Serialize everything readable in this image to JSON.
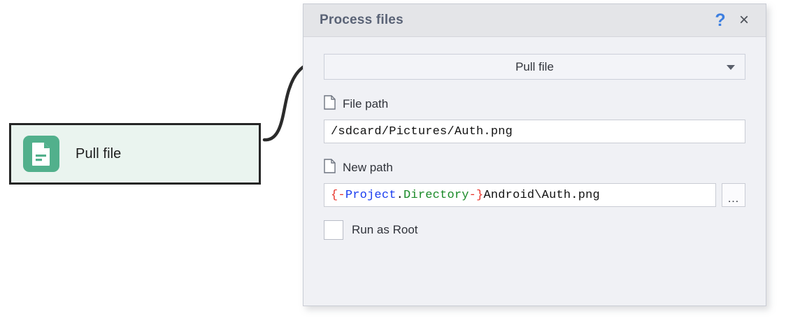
{
  "canvas": {
    "node": {
      "label": "Pull file",
      "icon": "document-icon",
      "icon_bg": "#52b08c",
      "node_bg": "#eaf4ef",
      "border_color": "#262626"
    },
    "connector": "s-curve-link"
  },
  "dialog": {
    "title": "Process files",
    "help_label": "?",
    "close_label": "×",
    "help_color": "#3d7fe0",
    "action_select": {
      "selected": "Pull file",
      "options": [
        "Pull file"
      ]
    },
    "fields": [
      {
        "icon": "file-icon",
        "label": "File path",
        "value": "/sdcard/Pictures/Auth.png"
      },
      {
        "icon": "file-icon",
        "label": "New path",
        "browse_label": "…",
        "tokens": [
          {
            "text": "{-",
            "color": "#e8342b"
          },
          {
            "text": "Project",
            "color": "#1a3df0"
          },
          {
            "text": ".",
            "color": "#111111"
          },
          {
            "text": "Directory",
            "color": "#1a8a28"
          },
          {
            "text": "-}",
            "color": "#e8342b"
          },
          {
            "text": "Android\\Auth.png",
            "color": "#111111"
          }
        ]
      }
    ],
    "checkbox": {
      "label": "Run as Root",
      "checked": false
    }
  }
}
